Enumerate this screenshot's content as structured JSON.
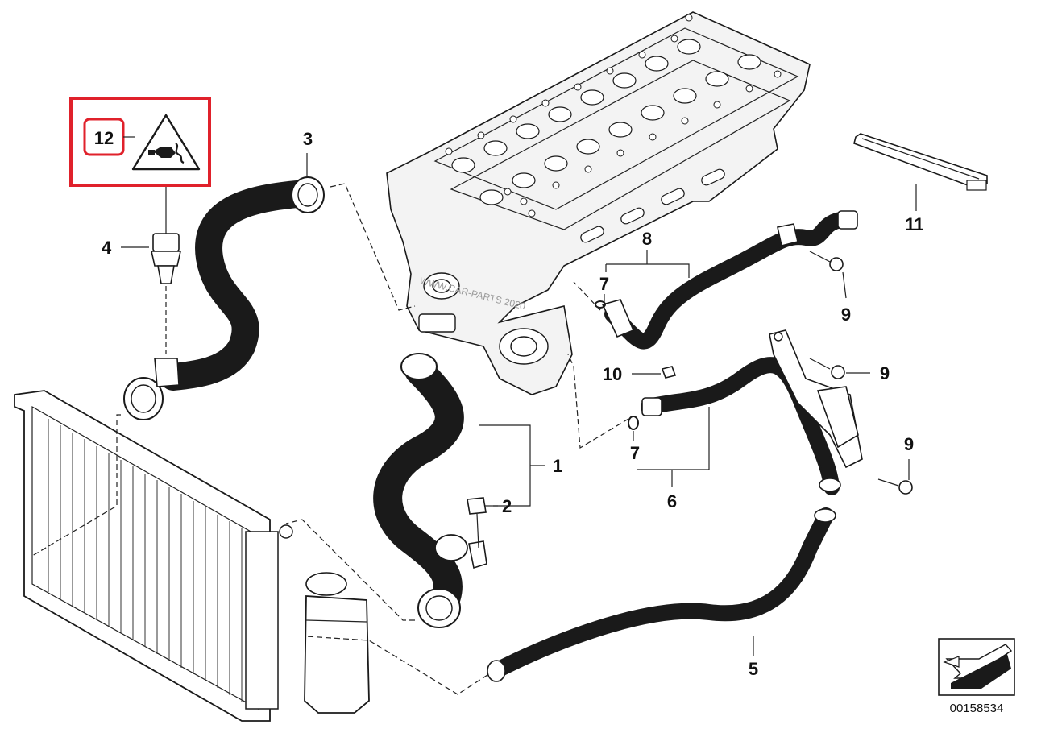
{
  "callouts": {
    "c1": "1",
    "c2": "2",
    "c3": "3",
    "c4": "4",
    "c5": "5",
    "c6": "6",
    "c7a": "7",
    "c7b": "7",
    "c8": "8",
    "c9a": "9",
    "c9b": "9",
    "c9c": "9",
    "c10": "10",
    "c11": "11",
    "c12": "12"
  },
  "doc_number": "00158534",
  "watermark": "WWW.CAR-PARTS 2020",
  "icons": {
    "warning": "tool-warning-triangle-icon",
    "navigation": "navigation-arrow-icon"
  },
  "colors": {
    "highlight": "#e0212b",
    "line": "#1a1a1a",
    "hose_inner": "#ffffff",
    "engine_fill": "#f3f3f3"
  }
}
